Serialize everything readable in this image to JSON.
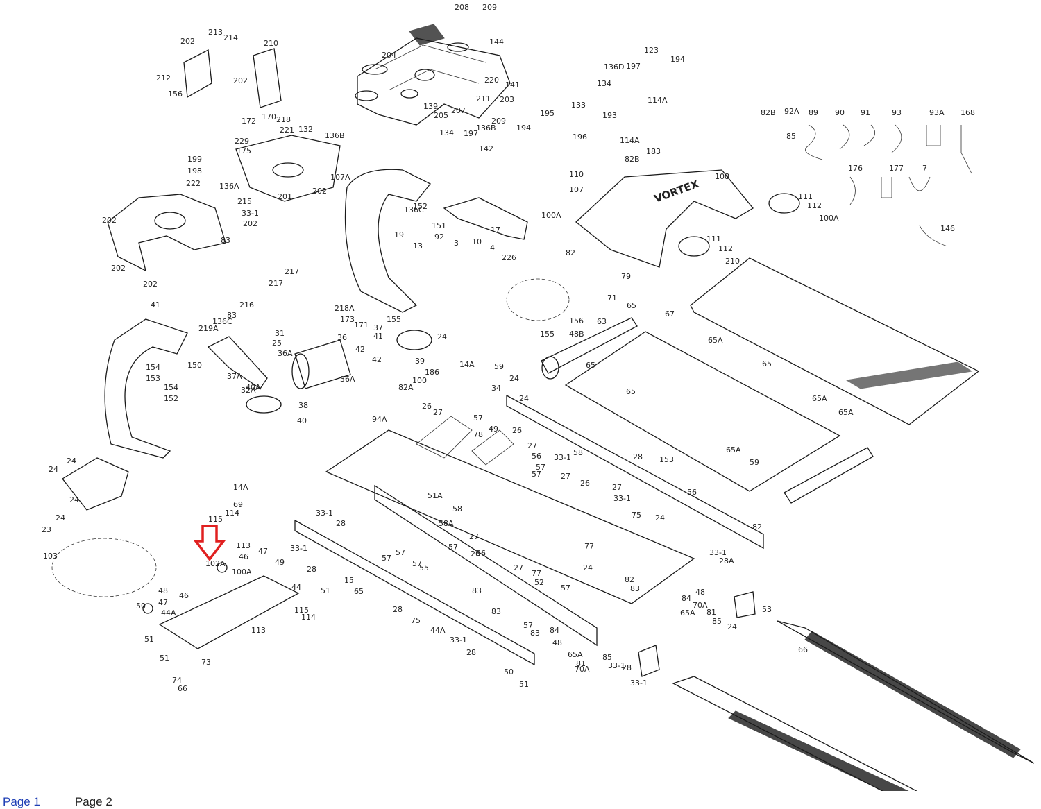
{
  "brand_label": "VORTEX",
  "labels": [
    "208",
    "209",
    "144",
    "213",
    "214",
    "202",
    "212",
    "210",
    "156",
    "202",
    "141",
    "220",
    "211",
    "203",
    "139",
    "207",
    "205",
    "209",
    "204",
    "134",
    "197",
    "142",
    "136B",
    "194",
    "195",
    "133",
    "196",
    "123",
    "194",
    "136D",
    "197",
    "134",
    "193",
    "114A",
    "82B",
    "92A",
    "85",
    "89",
    "90",
    "91",
    "93",
    "93A",
    "168",
    "172",
    "170",
    "218",
    "229",
    "175",
    "221",
    "132",
    "136B",
    "199",
    "198",
    "222",
    "136A",
    "201",
    "202",
    "215",
    "33-1",
    "202",
    "107A",
    "114A",
    "82B",
    "183",
    "110",
    "107",
    "108",
    "100A",
    "82",
    "111",
    "112",
    "100A",
    "79",
    "111",
    "112",
    "210",
    "176",
    "177",
    "7",
    "146",
    "202",
    "202",
    "202",
    "83",
    "136C",
    "152",
    "151",
    "17",
    "19",
    "13",
    "92",
    "3",
    "10",
    "4",
    "226",
    "217",
    "41",
    "217",
    "216",
    "83",
    "136C",
    "219A",
    "218A",
    "173",
    "171",
    "37",
    "155",
    "156",
    "155",
    "48B",
    "71",
    "65",
    "63",
    "67",
    "65",
    "65",
    "65",
    "65A",
    "65A",
    "65A",
    "65A",
    "59",
    "153",
    "154",
    "153",
    "154",
    "152",
    "150",
    "37A",
    "32A",
    "31",
    "25",
    "36A",
    "36",
    "36A",
    "38",
    "40",
    "40A",
    "42",
    "42",
    "41",
    "39",
    "186",
    "24",
    "14A",
    "59",
    "24",
    "34",
    "24",
    "82A",
    "100",
    "94A",
    "26",
    "27",
    "57",
    "78",
    "49",
    "26",
    "27",
    "56",
    "33-1",
    "58",
    "26",
    "27",
    "33-1",
    "28",
    "24",
    "75",
    "56",
    "27",
    "57",
    "57",
    "77",
    "24",
    "33-1",
    "28A",
    "82",
    "82",
    "83",
    "84",
    "48",
    "65A",
    "70A",
    "81",
    "85",
    "24",
    "53",
    "24",
    "24",
    "23",
    "24",
    "103",
    "24",
    "14A",
    "69",
    "115",
    "114",
    "113",
    "47",
    "46",
    "49",
    "102A",
    "100A",
    "33-1",
    "28",
    "33-1",
    "28",
    "15",
    "65",
    "57",
    "57",
    "57",
    "55",
    "58A",
    "51A",
    "58",
    "57",
    "27",
    "26",
    "56",
    "27",
    "77",
    "52",
    "57",
    "83",
    "83",
    "57",
    "83",
    "84",
    "48",
    "65A",
    "70A",
    "81",
    "85",
    "33-1",
    "28",
    "33-1",
    "28",
    "75",
    "33-1",
    "28",
    "44A",
    "50",
    "51",
    "51",
    "44",
    "115",
    "114",
    "113",
    "48",
    "47",
    "46",
    "44A",
    "51",
    "50",
    "51",
    "74",
    "66",
    "73",
    "66"
  ],
  "arrow_color": "#e02020",
  "pager": {
    "page1": "Page 1",
    "page2": "Page 2",
    "page1_color": "#1f3fb5",
    "page2_color": "#222222"
  }
}
